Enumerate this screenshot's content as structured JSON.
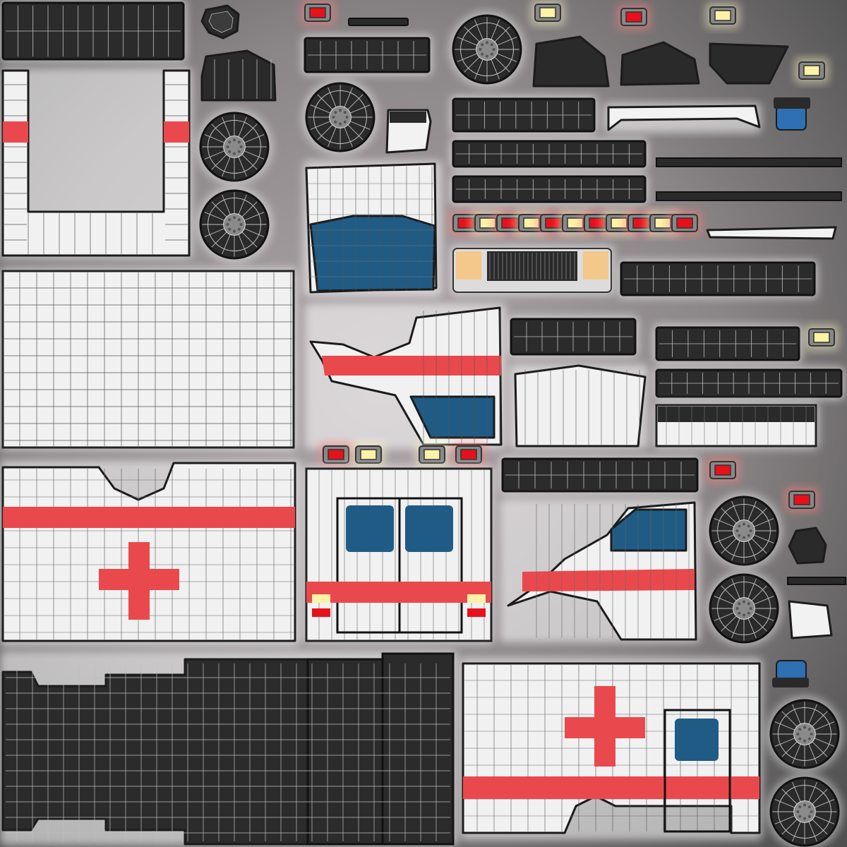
{
  "texture_atlas": {
    "subject": "ambulance",
    "colors": {
      "background": "#6c6c6c",
      "dark_panel": "#2b2b2b",
      "light_panel": "#f1f1f1",
      "wire": "#bfbfbf",
      "wire_dark": "#9a9a9a",
      "stripe": "#e9494c",
      "window": "#1f5b85",
      "amber": "#fdf2a6",
      "red_light": "#e8101a",
      "tire": "#2a2a2a",
      "rim": "#8a8a8a",
      "glow": "#ffffff"
    },
    "light_sequence": [
      "red",
      "amber",
      "red",
      "amber",
      "red",
      "amber",
      "red",
      "amber",
      "red",
      "amber",
      "red"
    ]
  }
}
